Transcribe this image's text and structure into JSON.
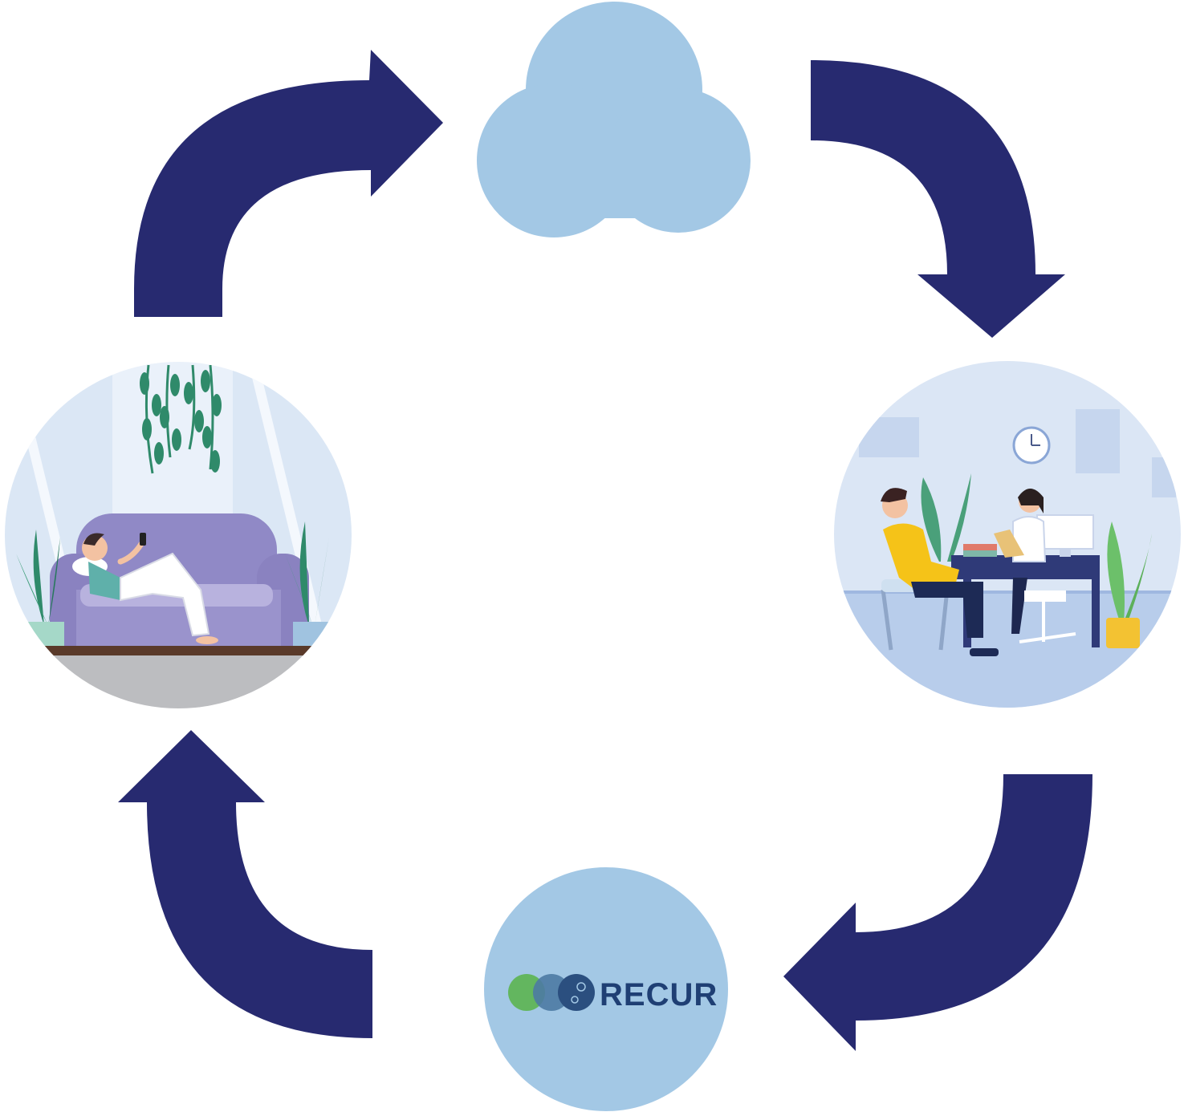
{
  "colors": {
    "arrow": "#272a70",
    "cloud": "#a3c8e5",
    "recur_circle": "#a3c8e5",
    "recur_text": "#1f3f74",
    "logo_green": "#63b65f",
    "logo_teal": "#4d7aa3",
    "logo_navy": "#2b4f7f"
  },
  "nodes": {
    "cloud": {
      "icon": "cloud-icon"
    },
    "clinic": {
      "icon": "doctor-consultation-illustration"
    },
    "recur": {
      "logo_text": "RECUR"
    },
    "home": {
      "icon": "patient-at-home-illustration"
    }
  },
  "arrows": [
    {
      "from": "home",
      "to": "cloud",
      "icon": "curved-arrow-icon"
    },
    {
      "from": "cloud",
      "to": "clinic",
      "icon": "curved-arrow-icon"
    },
    {
      "from": "clinic",
      "to": "recur",
      "icon": "curved-arrow-icon"
    },
    {
      "from": "recur",
      "to": "home",
      "icon": "curved-arrow-icon"
    }
  ]
}
